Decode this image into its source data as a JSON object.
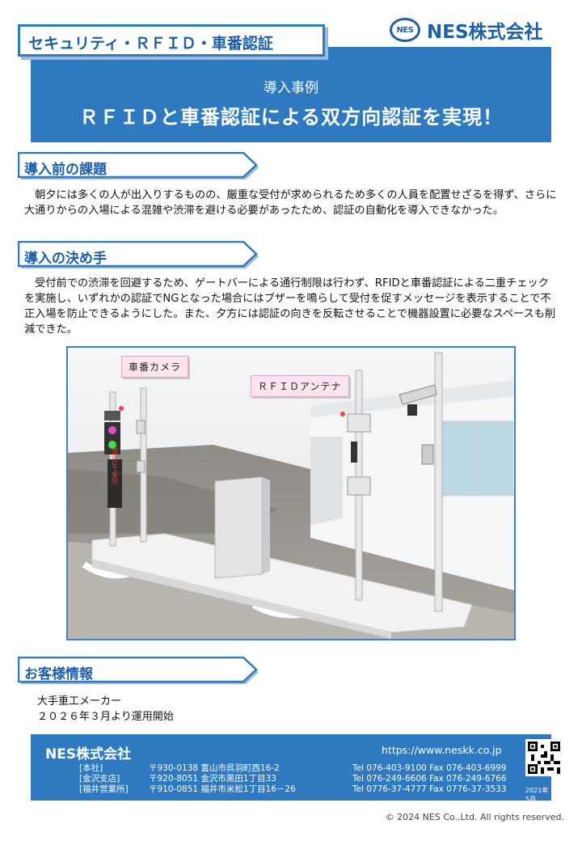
{
  "header": {
    "category": "セキュリティ・ＲＦＩＤ・車番認証",
    "logo_mark": "NES",
    "company": "NES株式会社"
  },
  "hero": {
    "subtitle": "導入事例",
    "title": "ＲＦＩＤと車番認証による双方向認証を実現！"
  },
  "sections": {
    "before": {
      "heading": "導入前の課題",
      "text": "　朝夕には多くの人が出入りするものの、厳重な受付が求められるため多くの人員を配置せざるを得ず、さらに大通りからの入場による混雑や渋滞を避ける必要があったため、認証の自動化を導入できなかった。"
    },
    "decision": {
      "heading": "導入の決め手",
      "text": "　受付前での渋滞を回避するため、ゲートバーによる通行制限は行わず、RFIDと車番認証による二重チェックを実施し、いずれかの認証でNGとなった場合にはブザーを鳴らして受付を促すメッセージを表示することで不正入場を防止できるようにした。また、夕方には認証の向きを反転させることで機器設置に必要なスペースも削減できた。"
    },
    "customer": {
      "heading": "お客様情報",
      "line1": "大手重工メーカー",
      "line2": "２０２６年３月より運用開始"
    }
  },
  "illustration": {
    "callout_camera": "車番カメラ",
    "callout_rfid": "ＲＦＩＤアンテナ",
    "sign_text": "守衛にて受付"
  },
  "footer": {
    "company": "NES株式会社",
    "url": "https://www.neskk.co.jp",
    "offices": [
      {
        "label": "[本社]",
        "address": "〒930-0138 富山市呉羽町西16-2",
        "tel": "Tel 076-403-9100  Fax 076-403-6999"
      },
      {
        "label": "[金沢支店]",
        "address": "〒920-8051 金沢市黒田1丁目33",
        "tel": "Tel 076-249-6606  Fax 076-249-6766"
      },
      {
        "label": "[福井営業所]",
        "address": "〒910-0851 福井市米松1丁目16－26",
        "tel": "Tel 0776-37-4777  Fax 0776-37-3533"
      }
    ],
    "date": "2021年 5月"
  },
  "copyright": "© 2024 NES Co.,Ltd. All rights reserved.",
  "colors": {
    "brand_blue": "#2e79c0",
    "callout_pink": "#fbe4ee"
  }
}
